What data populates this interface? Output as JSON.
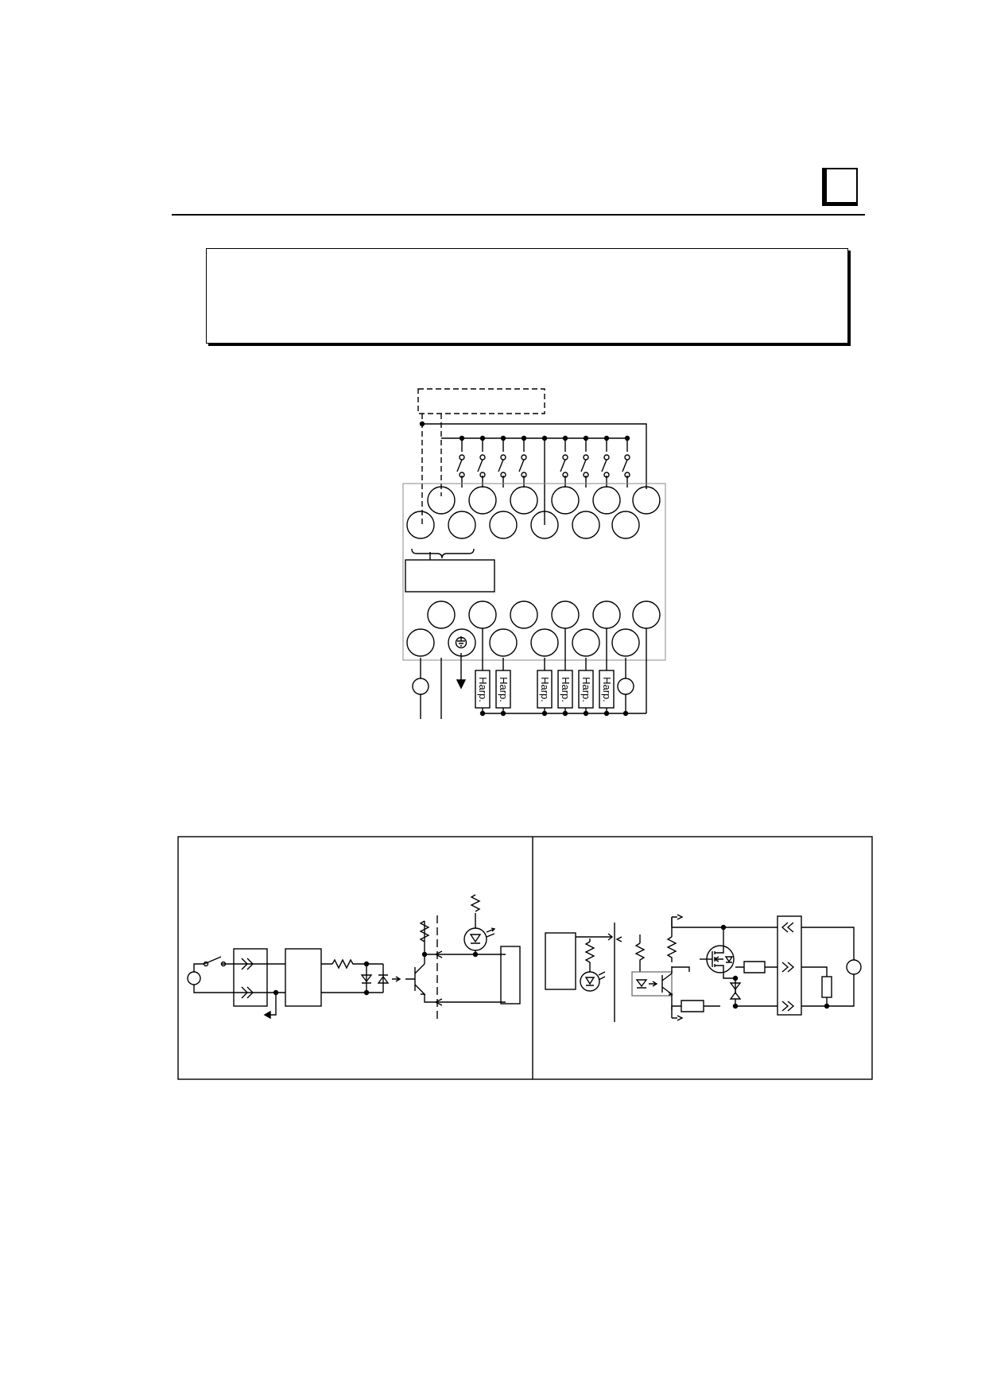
{
  "header": {
    "chapter_tab_label": "",
    "note_text": ""
  },
  "wiring_diagram": {
    "load_labels": [
      "Harp.",
      "Harp.",
      "Harp.",
      "Harp.",
      "Harp.",
      "Harp."
    ],
    "ground_symbol": "earth-ground-icon"
  },
  "circuit_panels": [
    {
      "panel": "input-circuit",
      "caption": ""
    },
    {
      "panel": "output-circuit",
      "caption": ""
    }
  ]
}
